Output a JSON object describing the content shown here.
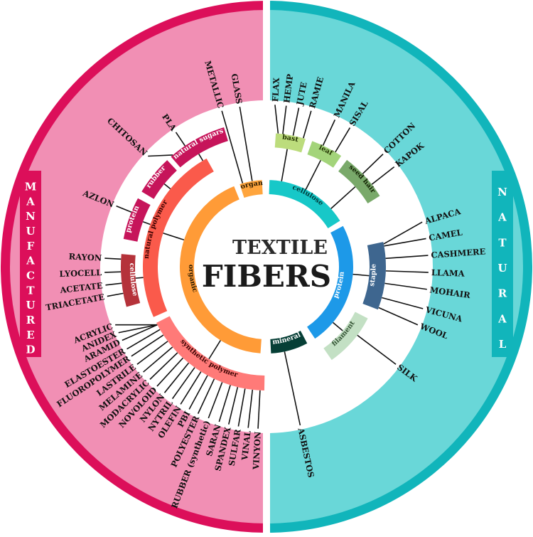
{
  "title": {
    "line1": "TEXTILE",
    "line2": "FIBERS"
  },
  "colors": {
    "manufactured_bg": "#f18fb4",
    "manufactured_edge": "#dc0f5a",
    "natural_bg": "#69d7d8",
    "natural_edge": "#11b5bb",
    "organic": "#ff9b37",
    "inorganic": "#ffa53d",
    "natural_polymer": "#fa5a4b",
    "synthetic_polymer": "#ff7a78",
    "cellulose_m": "#b5323a",
    "protein_m": "#c6145a",
    "rubber": "#c6145a",
    "natural_sugars": "#c6145a",
    "cellulose_n": "#17c8c8",
    "protein_n": "#1d99e8",
    "mineral": "#063f36",
    "bast": "#bcdc7c",
    "leaf": "#a3d47a",
    "seed_hair": "#79a96a",
    "staple": "#3e668f",
    "filament": "#c3e0c4"
  },
  "sides": {
    "manufactured": "MANUFACTURED",
    "natural": "NATURAL"
  },
  "segments": {
    "organic": "organic",
    "inorganic": "inorganic",
    "natural_polymer": "natural polymer",
    "synthetic_polymer": "synthetic polymer",
    "cellulose_m": "cellulose",
    "protein_m": "protein",
    "rubber": "rubber",
    "natural_sugars": "natural sugars",
    "cellulose_n": "cellulose",
    "protein_n": "protein",
    "mineral": "mineral",
    "bast": "bast",
    "leaf": "leaf",
    "seed_hair": "seed hair",
    "staple": "staple",
    "filament": "filament"
  },
  "fibers": {
    "bast": [
      "FLAX",
      "HEMP",
      "JUTE",
      "RAMIE"
    ],
    "leaf": [
      "MANILA",
      "SISAL"
    ],
    "seed_hair": [
      "COTTON",
      "KAPOK"
    ],
    "staple": [
      "ALPACA",
      "CAMEL",
      "CASHMERE",
      "LLAMA",
      "MOHAIR",
      "VICUNA",
      "WOOL"
    ],
    "filament": [
      "SILK"
    ],
    "mineral": [
      "ASBESTOS"
    ],
    "inorganic": [
      "METALLIC",
      "GLASS"
    ],
    "natural_sugars": [
      "PLA",
      "CHITOSAN"
    ],
    "protein_m": [
      "AZLON"
    ],
    "cellulose_m": [
      "RAYON",
      "LYOCELL",
      "ACETATE",
      "TRIACETATE"
    ],
    "synthetic_polymer": [
      "ACRYLIC",
      "ANIDEX",
      "ARAMID",
      "ELASTOESTER",
      "FLUOROPOLYMER",
      "LASTRILE",
      "MELAMINE",
      "MODACRYLIC",
      "NOVOLOID",
      "NYLON",
      "NYTRIL",
      "OLEFIN",
      "PBI",
      "POLYESTER",
      "RUBBER (synthetic)",
      "SARAN",
      "SPANDEX",
      "SULFAR",
      "VINAL",
      "VINYON"
    ]
  }
}
